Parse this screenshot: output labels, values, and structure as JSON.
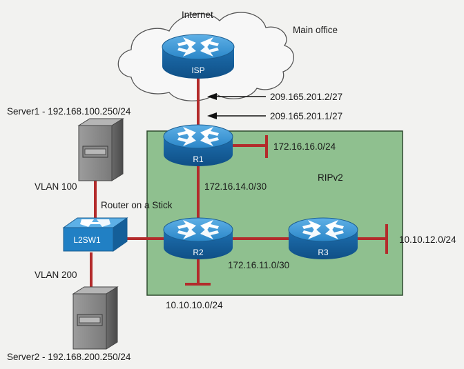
{
  "title": "Main office",
  "cloud_label": "Internet",
  "protocol_label": "RIPv2",
  "colors": {
    "link": "#b32b2b",
    "area_fill": "#8fc08f",
    "area_border": "#2e4a2e",
    "router_blue": "#1f76b8",
    "arrow": "#111111"
  },
  "devices": {
    "isp": "ISP",
    "r1": "R1",
    "r2": "R2",
    "r3": "R3",
    "switch": "L2SW1"
  },
  "servers": {
    "server1": "Server1 - 192.168.100.250/24",
    "server2": "Server2 - 192.168.200.250/24"
  },
  "vlans": {
    "vlan100": "VLAN 100",
    "vlan200": "VLAN 200",
    "trunk": "Router on a Stick"
  },
  "addresses": {
    "isp_side": "209.165.201.2/27",
    "r1_side": "209.165.201.1/27",
    "r1_lan": "172.16.16.0/24",
    "r1_r2": "172.16.14.0/30",
    "r2_r3": "172.16.11.0/30",
    "r2_lan": "10.10.10.0/24",
    "r3_lan": "10.10.12.0/24"
  }
}
